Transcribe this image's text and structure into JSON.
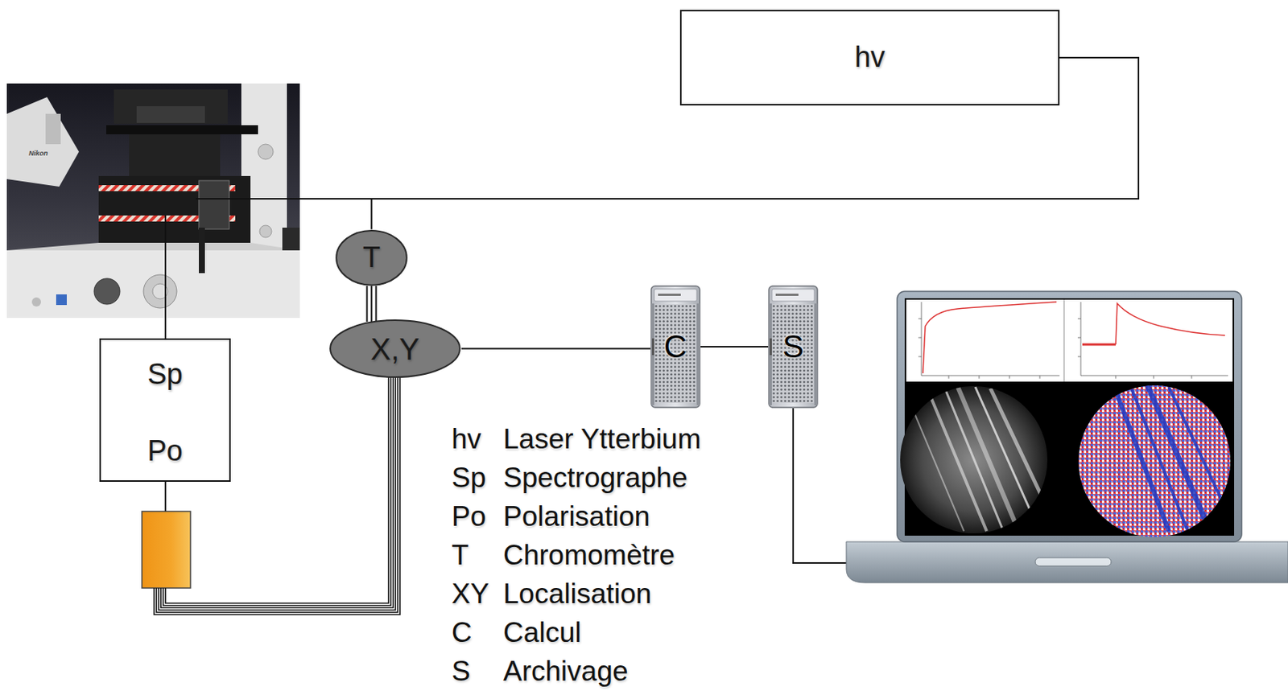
{
  "diagram": {
    "nodes": [
      {
        "text": [
          "hv"
        ]
      },
      {
        "text": [
          "T"
        ]
      },
      {
        "text": [
          "Sp",
          "Po"
        ]
      },
      {
        "text": [
          "X,Y"
        ]
      },
      {
        "text": [
          "C"
        ]
      },
      {
        "text": [
          "S"
        ]
      }
    ],
    "edges": [
      {
        "from": 0,
        "to": 1,
        "arrow": "none"
      },
      {
        "from": 1,
        "to": 3,
        "arrow": "none"
      },
      {
        "from": 3,
        "to": 4,
        "arrow": "none"
      },
      {
        "from": 4,
        "to": 5,
        "arrow": "none"
      }
    ],
    "labels": [
      "hv",
      "Laser Ytterbium",
      "Sp",
      "Spectrographe",
      "Po",
      "Polarisation",
      "T",
      "Chromomètre",
      "XY",
      "Localisation",
      "C",
      "Calcul",
      "S",
      "Archivage",
      "Nikon"
    ]
  }
}
